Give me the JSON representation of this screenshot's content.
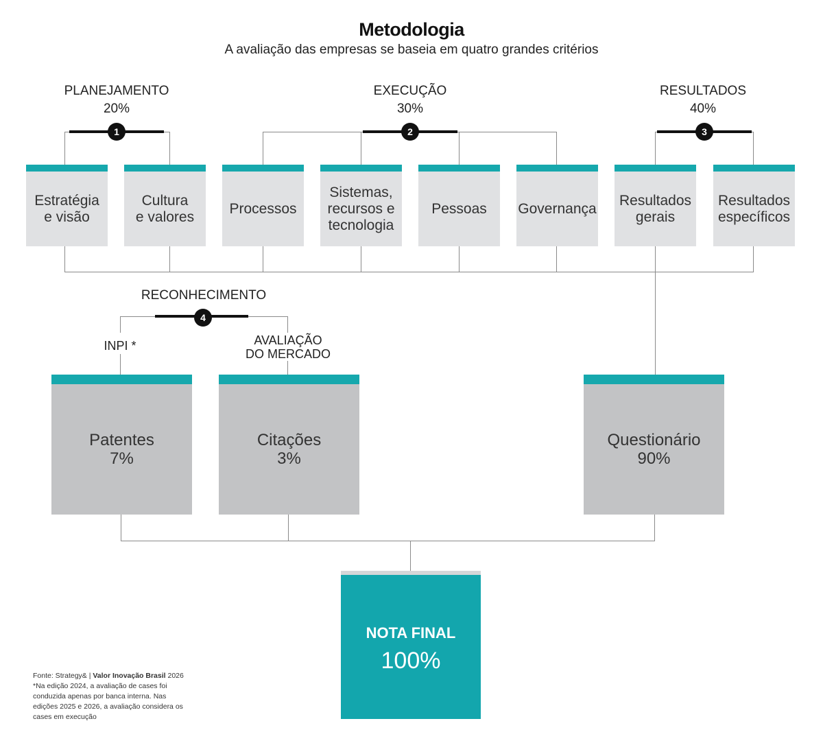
{
  "title": "Metodologia",
  "subtitle": "A avaliação das empresas se baseia em quatro grandes critérios",
  "groups": [
    {
      "name": "PLANEJAMENTO",
      "weight": "20%",
      "number": "1"
    },
    {
      "name": "EXECUÇÃO",
      "weight": "30%",
      "number": "2"
    },
    {
      "name": "RESULTADOS",
      "weight": "40%",
      "number": "3"
    },
    {
      "name": "RECONHECIMENTO",
      "number": "4"
    }
  ],
  "criteria": [
    "Estratégia\ne visão",
    "Cultura\ne valores",
    "Processos",
    "Sistemas,\nrecursos e\ntecnologia",
    "Pessoas",
    "Governança",
    "Resultados\ngerais",
    "Resultados\nespecíficos"
  ],
  "recognition_labels": {
    "inpi": "INPI *",
    "market": "AVALIAÇÃO\nDO MERCADO"
  },
  "components": [
    {
      "name": "Patentes",
      "weight": "7%"
    },
    {
      "name": "Citações",
      "weight": "3%"
    },
    {
      "name": "Questionário",
      "weight": "90%"
    }
  ],
  "final": {
    "label": "NOTA FINAL",
    "value": "100%"
  },
  "footnote": {
    "source_prefix": "Fonte: Strategy& | ",
    "source_bold": "Valor Inovação Brasil",
    "source_year": " 2026",
    "note": "*Na edição 2024, a avaliação de cases foi conduzida apenas por banca interna. Nas edições 2025 e 2026, a avaliação considera os cases em execução"
  }
}
